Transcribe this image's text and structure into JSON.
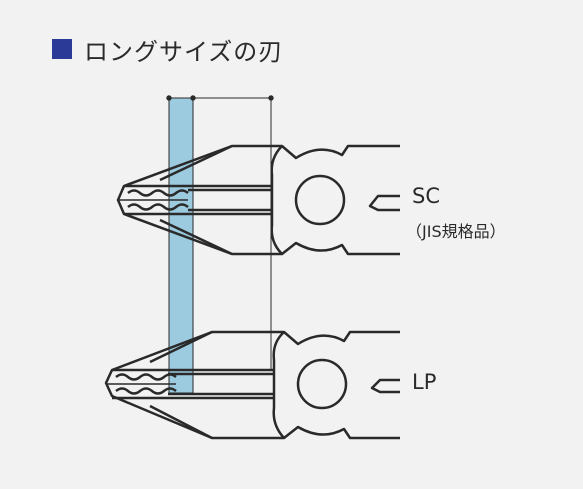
{
  "title": {
    "text": "ロングサイズの刃"
  },
  "labels": {
    "sc": "SC",
    "sc_sub": "（JIS規格品）",
    "lp": "LP"
  },
  "colors": {
    "title_square": "#2b3a97",
    "highlight": "#9ccbe0",
    "line": "#2a2a2a",
    "background": "#f2f2f2"
  }
}
